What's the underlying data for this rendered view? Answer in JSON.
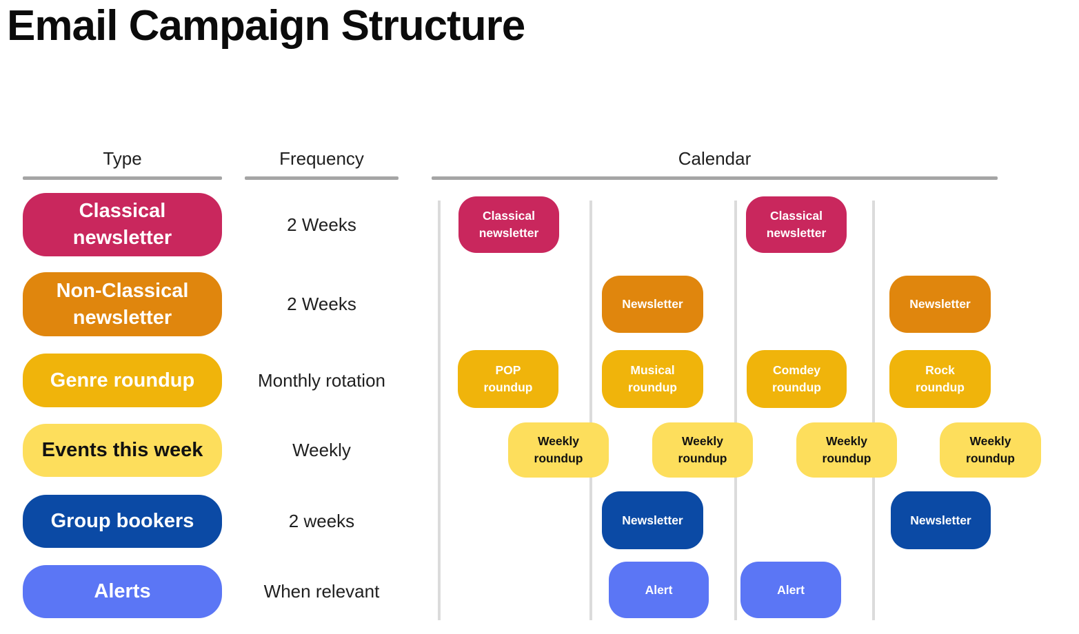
{
  "title": "Email Campaign Structure",
  "headers": {
    "type": "Type",
    "frequency": "Frequency",
    "calendar": "Calendar"
  },
  "rows": [
    {
      "type": "Classical\nnewsletter",
      "frequency": "2 Weeks",
      "color": "#c9275d",
      "text_color": "#ffffff"
    },
    {
      "type": "Non-Classical\nnewsletter",
      "frequency": "2 Weeks",
      "color": "#e0860d",
      "text_color": "#ffffff"
    },
    {
      "type": "Genre roundup",
      "frequency": "Monthly rotation",
      "color": "#f0b40b",
      "text_color": "#ffffff"
    },
    {
      "type": "Events this week",
      "frequency": "Weekly",
      "color": "#fdde5c",
      "text_color": "#111111"
    },
    {
      "type": "Group bookers",
      "frequency": "2 weeks",
      "color": "#0b4aa5",
      "text_color": "#ffffff"
    },
    {
      "type": "Alerts",
      "frequency": "When relevant",
      "color": "#5b76f5",
      "text_color": "#ffffff"
    }
  ],
  "calendar": {
    "pills": [
      {
        "label": "Classical\nnewsletter",
        "color": "#c9275d"
      },
      {
        "label": "Classical\nnewsletter",
        "color": "#c9275d"
      },
      {
        "label": "Newsletter",
        "color": "#e0860d"
      },
      {
        "label": "Newsletter",
        "color": "#e0860d"
      },
      {
        "label": "POP\nroundup",
        "color": "#f0b40b"
      },
      {
        "label": "Musical\nroundup",
        "color": "#f0b40b"
      },
      {
        "label": "Comdey\nroundup",
        "color": "#f0b40b"
      },
      {
        "label": "Rock\nroundup",
        "color": "#f0b40b"
      },
      {
        "label": "Weekly\nroundup",
        "color": "#fdde5c"
      },
      {
        "label": "Weekly\nroundup",
        "color": "#fdde5c"
      },
      {
        "label": "Weekly\nroundup",
        "color": "#fdde5c"
      },
      {
        "label": "Weekly\nroundup",
        "color": "#fdde5c"
      },
      {
        "label": "Newsletter",
        "color": "#0b4aa5"
      },
      {
        "label": "Newsletter",
        "color": "#0b4aa5"
      },
      {
        "label": "Alert",
        "color": "#5b76f5"
      },
      {
        "label": "Alert",
        "color": "#5b76f5"
      }
    ]
  },
  "colors": {
    "header_rule": "#a5a5a5",
    "calendar_gridline": "#dbdbdb",
    "title_text": "#0b0b0b",
    "body_text": "#202020"
  }
}
